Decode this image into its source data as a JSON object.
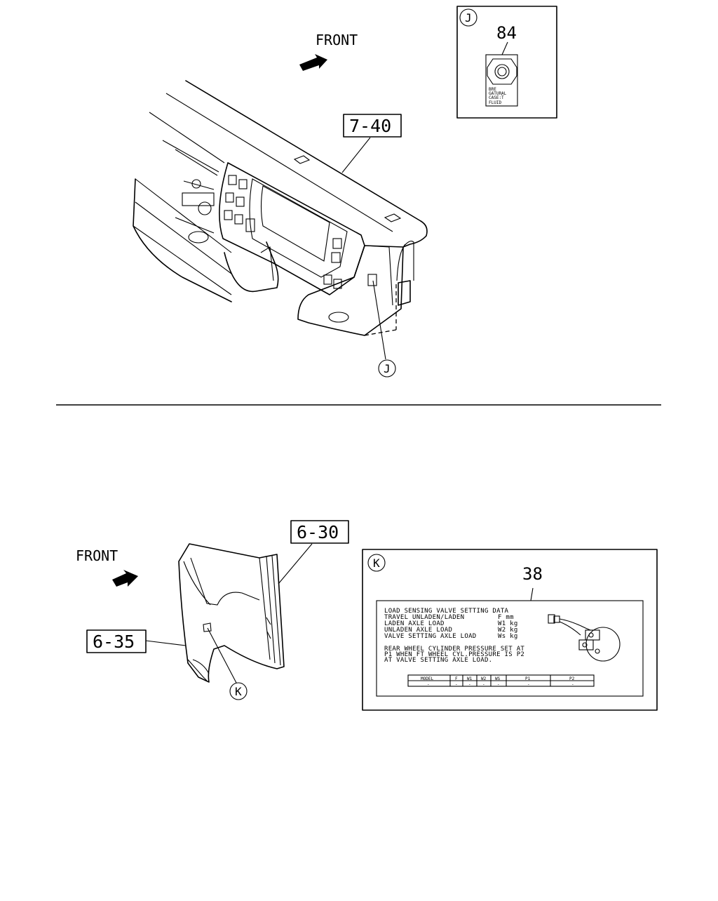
{
  "top": {
    "front_label": "FRONT",
    "callout_dash": "7-40",
    "detail_letter": "J",
    "detail_part": "84",
    "label_lines": [
      "BRE",
      "GATURAL",
      "CASE:T",
      "FLUID"
    ]
  },
  "bottom": {
    "front_label": "FRONT",
    "callout_door": "6-30",
    "callout_trim": "6-35",
    "detail_letter": "K",
    "detail_part": "38",
    "plate": {
      "title": "LOAD SENSING VALVE SETTING DATA",
      "rows": [
        {
          "label": "TRAVEL UNLADEN/LADEN",
          "value": "F mm"
        },
        {
          "label": "LADEN AXLE LOAD",
          "value": "W1 kg"
        },
        {
          "label": "UNLADEN AXLE LOAD",
          "value": "W2 kg"
        },
        {
          "label": "VALVE SETTING AXLE LOAD",
          "value": "Ws kg"
        }
      ],
      "note_lines": [
        "REAR WHEEL CYLINDER PRESSURE SET AT",
        "P1 WHEN FT WHEEL CYL.PRESSURE IS P2",
        "AT VALVE SETTING AXLE LOAD."
      ],
      "table_headers": [
        "MODEL",
        "F",
        "W1",
        "W2",
        "WS",
        "P1",
        "P2"
      ],
      "table_values": [
        "-",
        "-",
        "-",
        "-",
        "-",
        "-",
        "-"
      ]
    }
  }
}
